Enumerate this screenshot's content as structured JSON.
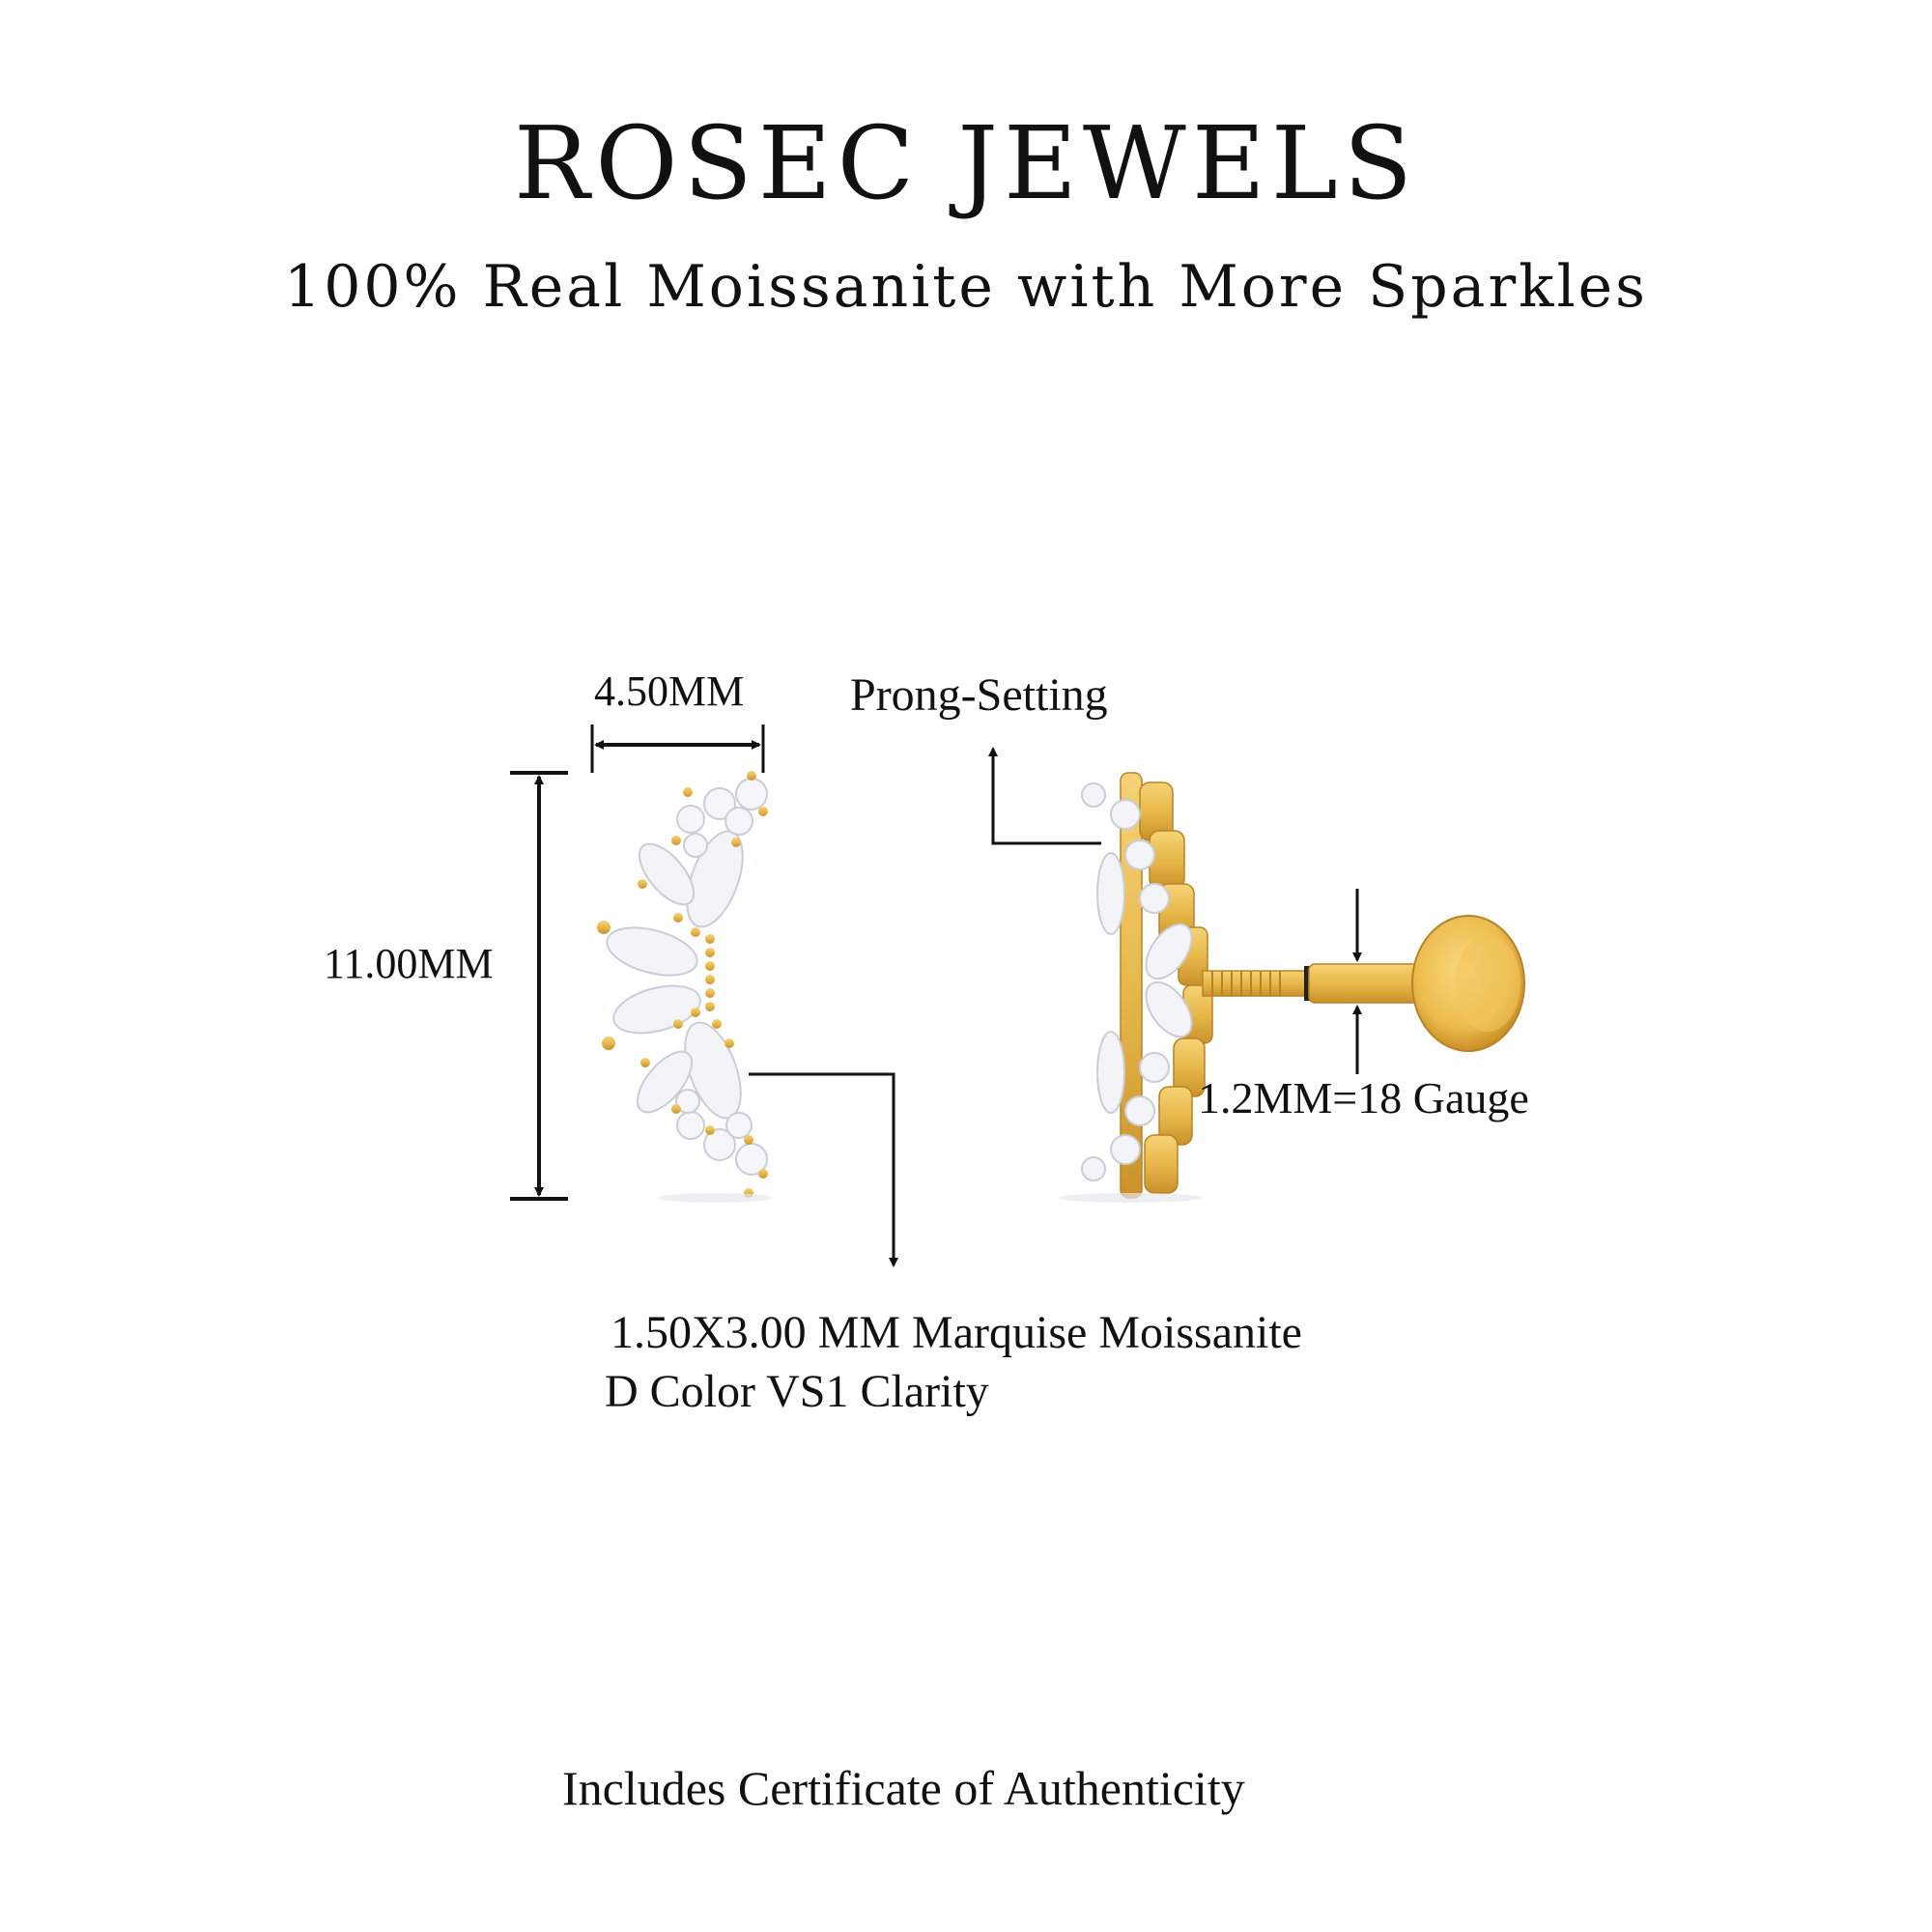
{
  "header": {
    "brand": "ROSEC JEWELS",
    "tagline": "100% Real Moissanite with More Sparkles"
  },
  "dimensions": {
    "width_label": "4.50MM",
    "height_label": "11.00MM",
    "prong_label": "Prong-Setting",
    "gauge_label": "1.2MM=18 Gauge"
  },
  "stone": {
    "line1": "1.50X3.00 MM Marquise Moissanite",
    "line2": "D Color VS1 Clarity"
  },
  "footer": {
    "certificate": "Includes Certificate of Authenticity"
  },
  "colors": {
    "gold": "#E8B84A",
    "gold_dark": "#C9922A",
    "stone": "#F2F4F7",
    "ink": "#111111"
  }
}
